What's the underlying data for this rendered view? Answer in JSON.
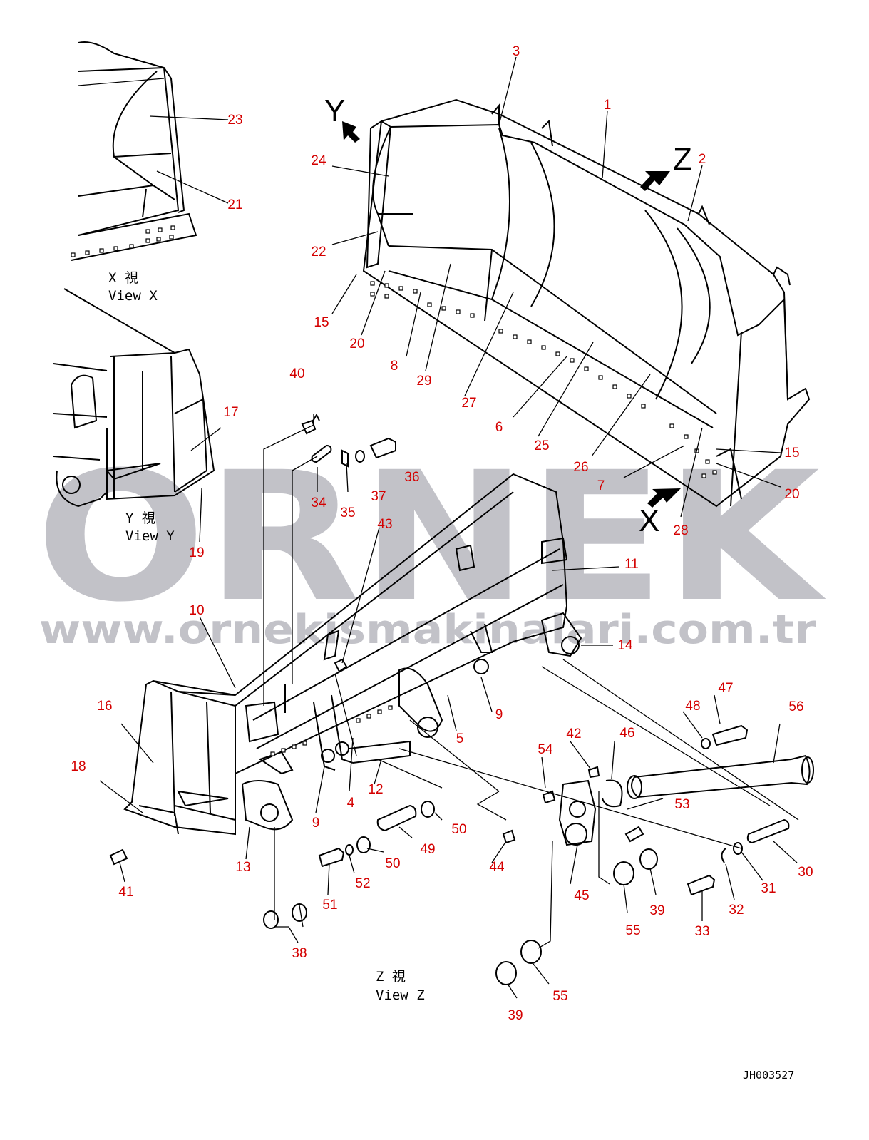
{
  "watermark": {
    "brand": "ORNEK",
    "url": "www.ornekismakinalari.com.tr"
  },
  "views": {
    "x": {
      "jp": "X 視",
      "en": "View X"
    },
    "y": {
      "jp": "Y 視",
      "en": "View Y"
    },
    "z": {
      "jp": "Z 視",
      "en": "View Z"
    }
  },
  "arrow_letters": [
    "Y",
    "Z",
    "X"
  ],
  "drawing_code": "JH003527",
  "colors": {
    "label": "#d40000",
    "line": "#000000",
    "watermark": "#b8b8bf"
  },
  "callouts": {
    "c1": "1",
    "c2": "2",
    "c3": "3",
    "c4": "4",
    "c5": "5",
    "c6": "6",
    "c7": "7",
    "c8": "8",
    "c9a": "9",
    "c9b": "9",
    "c10": "10",
    "c11": "11",
    "c12": "12",
    "c13": "13",
    "c14": "14",
    "c15a": "15",
    "c15b": "15",
    "c16": "16",
    "c17": "17",
    "c18": "18",
    "c19": "19",
    "c20a": "20",
    "c20b": "20",
    "c21": "21",
    "c22": "22",
    "c23": "23",
    "c24": "24",
    "c25": "25",
    "c26": "26",
    "c27": "27",
    "c28": "28",
    "c29": "29",
    "c30": "30",
    "c31": "31",
    "c32": "32",
    "c33": "33",
    "c34": "34",
    "c35": "35",
    "c36": "36",
    "c37": "37",
    "c38": "38",
    "c39a": "39",
    "c39b": "39",
    "c40": "40",
    "c41": "41",
    "c42": "42",
    "c43": "43",
    "c44": "44",
    "c45": "45",
    "c46": "46",
    "c47": "47",
    "c48": "48",
    "c49": "49",
    "c50a": "50",
    "c50b": "50",
    "c51": "51",
    "c52": "52",
    "c53": "53",
    "c54": "54",
    "c55a": "55",
    "c55b": "55",
    "c56": "56"
  }
}
